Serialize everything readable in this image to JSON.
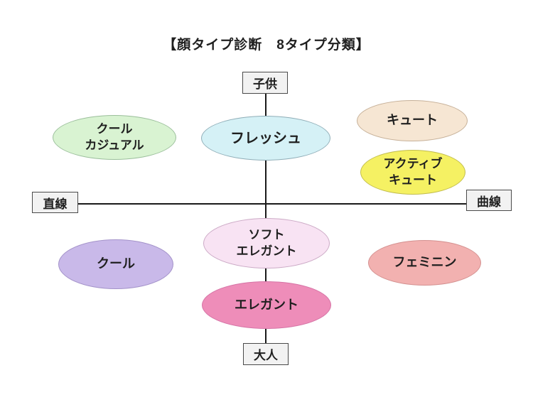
{
  "title": "【顔タイプ診断　8タイプ分類】",
  "axes": {
    "top": "子供",
    "bottom": "大人",
    "left": "直線",
    "right": "曲線"
  },
  "types": [
    {
      "name": "cool-casual",
      "label": "クール\nカジュアル",
      "color": "#d9f3d2",
      "border": "#9bbf9b"
    },
    {
      "name": "fresh",
      "label": "フレッシュ",
      "color": "#d5f1f6",
      "border": "#90aeb8"
    },
    {
      "name": "cute",
      "label": "キュート",
      "color": "#f6e6d3",
      "border": "#c6b098"
    },
    {
      "name": "active-cute",
      "label": "アクティブ\nキュート",
      "color": "#f5f163",
      "border": "#c2bd4e"
    },
    {
      "name": "soft-elegant",
      "label": "ソフト\nエレガント",
      "color": "#f8e3f3",
      "border": "#ccaac6"
    },
    {
      "name": "cool",
      "label": "クール",
      "color": "#c9b9e9",
      "border": "#a392c9"
    },
    {
      "name": "feminine",
      "label": "フェミニン",
      "color": "#f2b1b0",
      "border": "#d49190"
    },
    {
      "name": "elegant",
      "label": "エレガント",
      "color": "#ee8db9",
      "border": "#d674a6"
    }
  ],
  "line_color": "#1a1a1a"
}
